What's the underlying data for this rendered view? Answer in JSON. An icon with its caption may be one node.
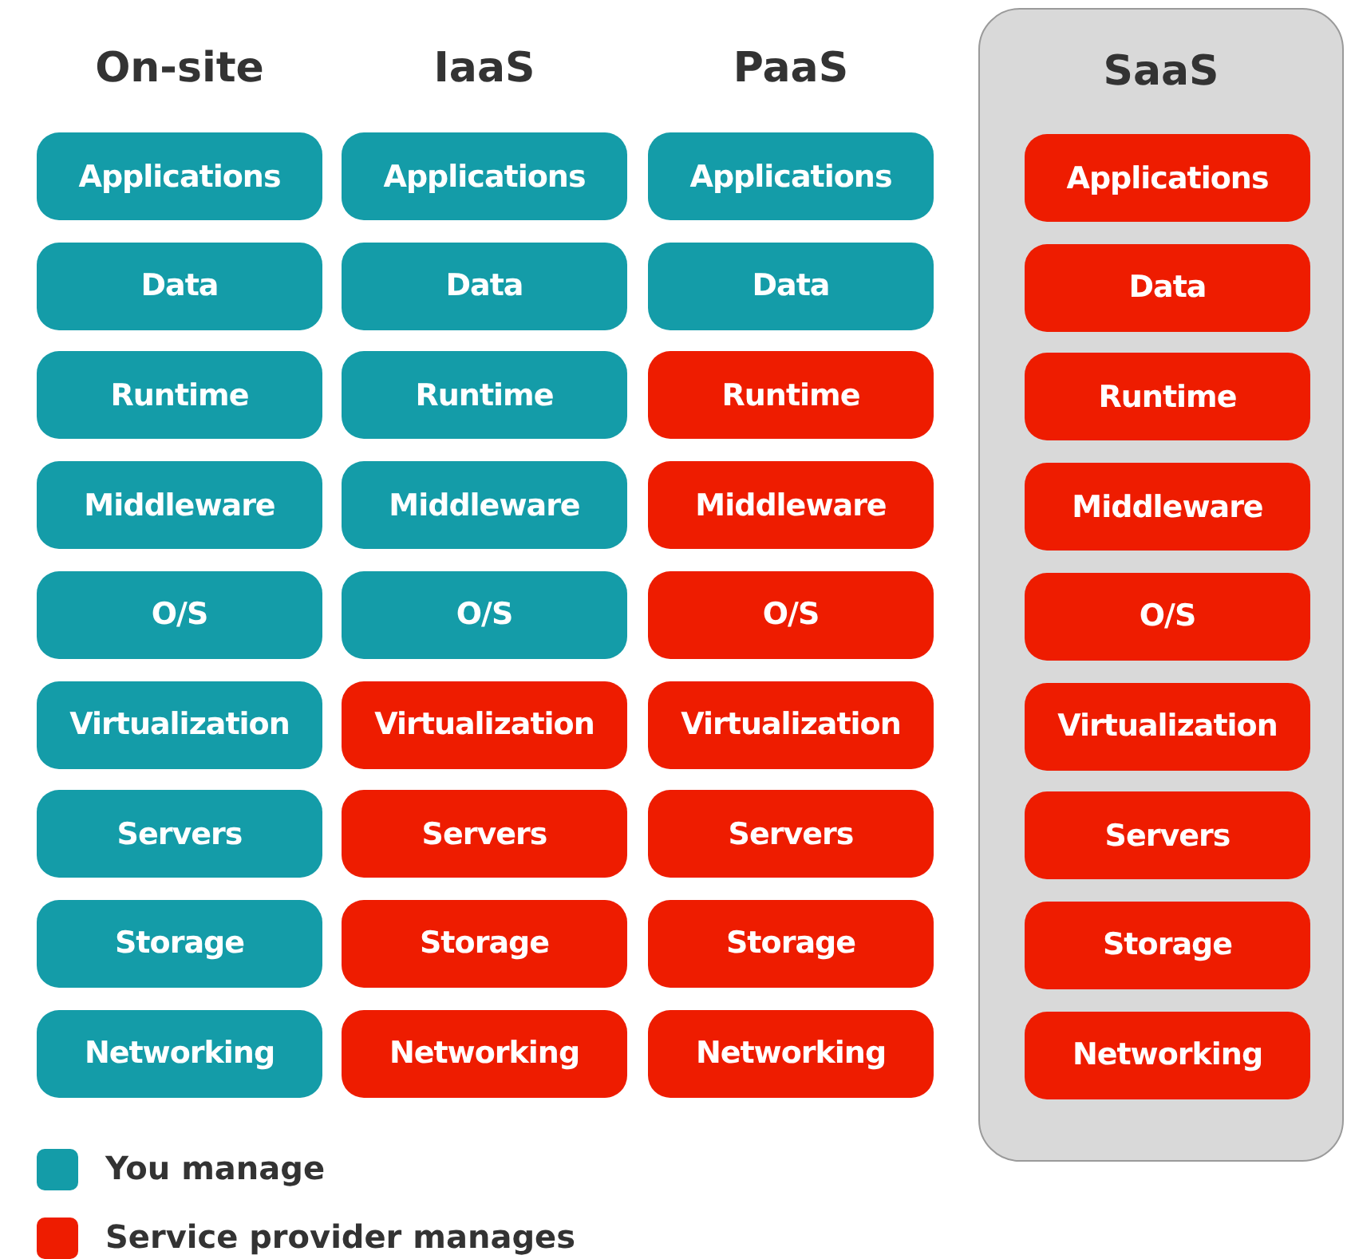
{
  "diagram": {
    "nodes": [
      {
        "text": [
          "Applications"
        ]
      },
      {
        "text": [
          "Data"
        ]
      },
      {
        "text": [
          "Runtime"
        ]
      },
      {
        "text": [
          "Middleware"
        ]
      },
      {
        "text": [
          "O/S"
        ]
      },
      {
        "text": [
          "Virtualization"
        ]
      },
      {
        "text": [
          "Servers"
        ]
      },
      {
        "text": [
          "Storage"
        ]
      },
      {
        "text": [
          "Networking"
        ]
      },
      {
        "text": [
          "Applications"
        ]
      },
      {
        "text": [
          "Data"
        ]
      },
      {
        "text": [
          "Runtime"
        ]
      },
      {
        "text": [
          "Middleware"
        ]
      },
      {
        "text": [
          "O/S"
        ]
      },
      {
        "text": [
          "Virtualization"
        ]
      },
      {
        "text": [
          "Servers"
        ]
      },
      {
        "text": [
          "Storage"
        ]
      },
      {
        "text": [
          "Networking"
        ]
      },
      {
        "text": [
          "Applications"
        ]
      },
      {
        "text": [
          "Data"
        ]
      },
      {
        "text": [
          "Runtime"
        ]
      },
      {
        "text": [
          "Middleware"
        ]
      },
      {
        "text": [
          "O/S"
        ]
      },
      {
        "text": [
          "Virtualization"
        ]
      },
      {
        "text": [
          "Servers"
        ]
      },
      {
        "text": [
          "Storage"
        ]
      },
      {
        "text": [
          "Networking"
        ]
      },
      {
        "text": [
          "SaaS"
        ]
      },
      {
        "text": [
          "Applications"
        ],
        "in": 27
      },
      {
        "text": [
          "Data"
        ],
        "in": 27
      },
      {
        "text": [
          "Runtime"
        ],
        "in": 27
      },
      {
        "text": [
          "Middleware"
        ],
        "in": 27
      },
      {
        "text": [
          "O/S"
        ],
        "in": 27
      },
      {
        "text": [
          "Virtualization"
        ],
        "in": 27
      },
      {
        "text": [
          "Servers"
        ],
        "in": 27
      },
      {
        "text": [
          "Storage"
        ],
        "in": 27
      },
      {
        "text": [
          "Networking"
        ],
        "in": 27
      }
    ],
    "labels": [
      "On-site",
      "IaaS",
      "PaaS"
    ],
    "legend": [
      {
        "text": "You manage",
        "color": "#149ca8"
      },
      {
        "text": "Service provider manages",
        "color": "#ee1c00"
      }
    ]
  }
}
